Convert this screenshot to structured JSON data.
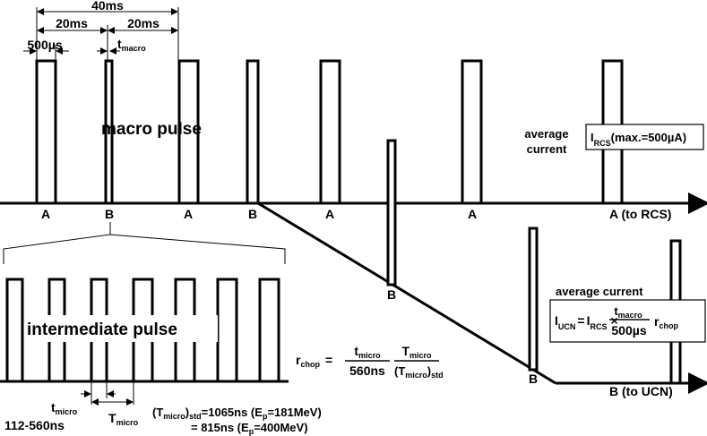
{
  "timing": {
    "period_40ms": "40ms",
    "period_20ms_a": "20ms",
    "period_20ms_b": "20ms",
    "width_500us": "500µs",
    "t_macro_t": "t",
    "t_macro_sub": "macro"
  },
  "labels": {
    "macro_pulse": "macro pulse",
    "intermediate_pulse": "intermediate pulse",
    "avg_current_1a": "average",
    "avg_current_1b": "current",
    "avg_current_2": "average current",
    "to_rcs": "A (to RCS)",
    "to_ucn": "B (to UCN)"
  },
  "pulse_labels": {
    "a1": "A",
    "b1": "B",
    "a2": "A",
    "b2": "B",
    "a3": "A",
    "a4": "A",
    "b_mid": "B",
    "b_low": "B"
  },
  "rcs_formula": {
    "I": "I",
    "I_sub": "RCS",
    "rest": "(max.=500µA)"
  },
  "ucn_formula": {
    "I1": "I",
    "I1_sub": "UCN",
    "eq": "=",
    "I2": "I",
    "I2_sub": "RCS",
    "times": "×",
    "num_t": "t",
    "num_sub": "macro",
    "den": "500µs",
    "r": "r",
    "r_sub": "chop"
  },
  "rchop_formula": {
    "r": "r",
    "r_sub": "chop",
    "eq": "=",
    "num1_t": "t",
    "num1_sub": "micro",
    "den1": "560ns",
    "num2_t": "T",
    "num2_sub": "micro",
    "den2_a": "(T",
    "den2_sub": "micro",
    "den2_b": ")",
    "den2_sub2": "std"
  },
  "micro": {
    "t_micro_t": "t",
    "t_micro_sub": "micro",
    "range": "112-560ns",
    "T_micro_t": "T",
    "T_micro_sub": "micro"
  },
  "std_values": {
    "line1_a": "(T",
    "line1_sub": "micro",
    "line1_b": ")",
    "line1_sub2": "std",
    "line1_c": "=1065ns (E",
    "line1_sub3": "p",
    "line1_d": "=181MeV)",
    "line2_a": "= 815ns (E",
    "line2_sub": "p",
    "line2_b": "=400MeV)"
  }
}
